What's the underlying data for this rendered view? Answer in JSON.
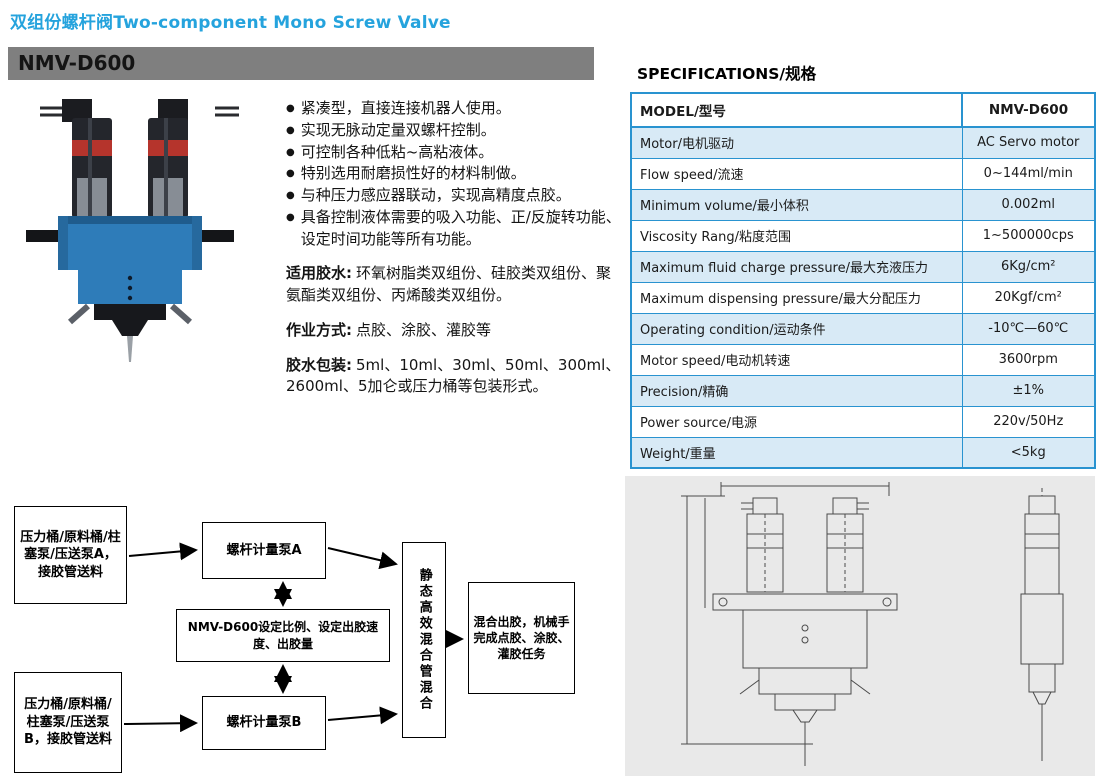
{
  "page": {
    "title": "双组份螺杆阀Two-component Mono Screw Valve",
    "model_header": "NMV-D600"
  },
  "features": {
    "bullet_glyph": "●",
    "bullets": [
      "紧凑型，直接连接机器人使用。",
      "实现无脉动定量双螺杆控制。",
      "可控制各种低粘~高粘液体。",
      "特别选用耐磨损性好的材料制做。",
      "与种压力感应器联动，实现高精度点胶。",
      "具备控制液体需要的吸入功能、正/反旋转功能、设定时间功能等所有功能。"
    ],
    "glue": {
      "label": "适用胶水:",
      "text": "环氧树脂类双组份、硅胶类双组份、聚氨酯类双组份、丙烯酸类双组份。"
    },
    "work": {
      "label": "作业方式:",
      "text": "点胶、涂胶、灌胶等"
    },
    "package": {
      "label": "胶水包装:",
      "text": "5ml、10ml、30ml、50ml、300ml、2600ml、5加仑或压力桶等包装形式。"
    }
  },
  "specs": {
    "heading": "SPECIFICATIONS/规格",
    "header": {
      "label": "MODEL/型号",
      "value": "NMV-D600"
    },
    "rows": [
      {
        "label": "Motor/电机驱动",
        "value": "AC Servo motor"
      },
      {
        "label": "Flow speed/流速",
        "value": "0~144ml/min"
      },
      {
        "label": "Minimum volume/最小体积",
        "value": "0.002ml"
      },
      {
        "label": "Viscosity Rang/粘度范围",
        "value": "1~500000cps"
      },
      {
        "label": "Maximum fluid charge pressure/最大充液压力",
        "value": "6Kg/cm²"
      },
      {
        "label": "Maximum dispensing pressure/最大分配压力",
        "value": "20Kgf/cm²"
      },
      {
        "label": "Operating condition/运动条件",
        "value": "-10℃—60℃"
      },
      {
        "label": "Motor speed/电动机转速",
        "value": "3600rpm"
      },
      {
        "label": "Precision/精确",
        "value": "±1%"
      },
      {
        "label": "Power source/电源",
        "value": "220v/50Hz"
      },
      {
        "label": "Weight/重量",
        "value": "<5kg"
      }
    ]
  },
  "flow": {
    "feed_a": "压力桶/原料桶/柱塞泵/压送泵A，接胶管送料",
    "pump_a": "螺杆计量泵A",
    "control": "NMV-D600设定比例、设定出胶速度、出胶量",
    "feed_b": "压力桶/原料桶/柱塞泵/压送泵B，接胶管送料",
    "pump_b": "螺杆计量泵B",
    "mixer": "静态高效混合管混合",
    "output": "混合出胶，机械手完成点胶、涂胶、灌胶任务"
  },
  "colors": {
    "accent_cyan": "#25a3dd",
    "table_border_blue": "#2993d0",
    "table_alt_row": "#d8eaf6",
    "header_bar_gray": "#7f7f7f",
    "drawing_panel_gray": "#e9e9e9"
  }
}
